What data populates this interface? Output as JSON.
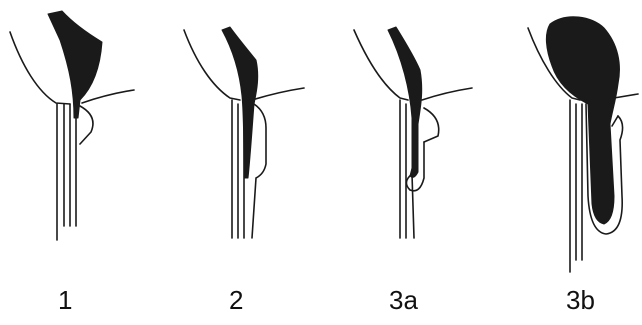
{
  "figure": {
    "background_color": "#ffffff",
    "ink_color": "#1a1a1a",
    "panels": [
      {
        "label": "1"
      },
      {
        "label": "2"
      },
      {
        "label": "3a"
      },
      {
        "label": "3b"
      }
    ]
  }
}
